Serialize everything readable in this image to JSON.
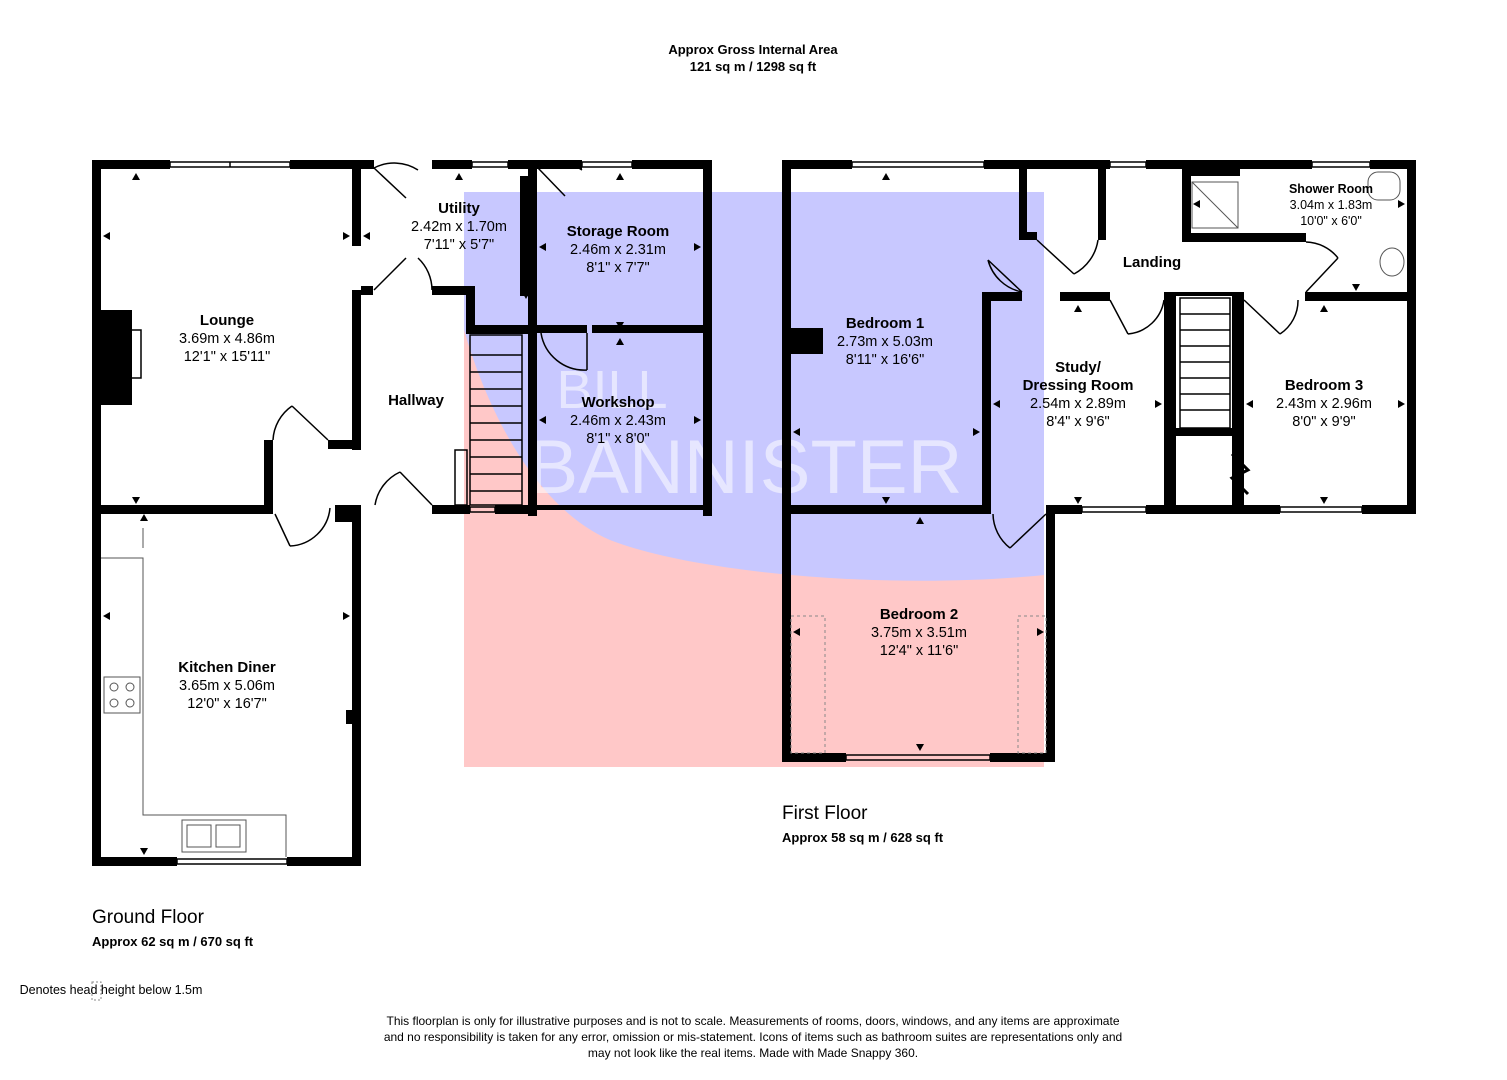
{
  "header": {
    "line1": "Approx Gross Internal Area",
    "line2": "121 sq m / 1298 sq ft"
  },
  "watermark": {
    "text_line1": "BILL",
    "text_line2": "BANNISTER",
    "colors": {
      "red": "#ffc8c8",
      "blue": "#c8c8ff"
    }
  },
  "ground_floor": {
    "label": "Ground Floor",
    "area": "Approx 62 sq m / 670 sq ft",
    "rooms": {
      "lounge": {
        "name": "Lounge",
        "metric": "3.69m x 4.86m",
        "imperial": "12'1\" x 15'11\""
      },
      "utility": {
        "name": "Utility",
        "metric": "2.42m x 1.70m",
        "imperial": "7'11\" x 5'7\""
      },
      "storage": {
        "name": "Storage Room",
        "metric": "2.46m x 2.31m",
        "imperial": "8'1\" x 7'7\""
      },
      "hallway": {
        "name": "Hallway"
      },
      "workshop": {
        "name": "Workshop",
        "metric": "2.46m x 2.43m",
        "imperial": "8'1\" x 8'0\""
      },
      "kitchen": {
        "name": "Kitchen Diner",
        "metric": "3.65m x 5.06m",
        "imperial": "12'0\" x 16'7\""
      }
    }
  },
  "first_floor": {
    "label": "First Floor",
    "area": "Approx 58 sq m / 628 sq ft",
    "rooms": {
      "bedroom1": {
        "name": "Bedroom 1",
        "metric": "2.73m x 5.03m",
        "imperial": "8'11\" x 16'6\""
      },
      "landing": {
        "name": "Landing"
      },
      "shower": {
        "name": "Shower Room",
        "metric": "3.04m x 1.83m",
        "imperial": "10'0\" x 6'0\""
      },
      "study": {
        "name_line1": "Study/",
        "name_line2": "Dressing Room",
        "metric": "2.54m x 2.89m",
        "imperial": "8'4\" x 9'6\""
      },
      "bedroom3": {
        "name": "Bedroom 3",
        "metric": "2.43m x 2.96m",
        "imperial": "8'0\" x 9'9\""
      },
      "bedroom2": {
        "name": "Bedroom 2",
        "metric": "3.75m x 3.51m",
        "imperial": "12'4\" x 11'6\""
      }
    }
  },
  "legend": {
    "text": "Denotes head height below 1.5m"
  },
  "disclaimer": {
    "line1": "This floorplan is only for illustrative purposes and is not to scale. Measurements of rooms, doors, windows, and any items are approximate",
    "line2": "and no responsibility is taken for any error, omission or mis-statement. Icons of items such as bathroom suites are representations only and",
    "line3": "may not look like the real items. Made with Made Snappy 360."
  }
}
